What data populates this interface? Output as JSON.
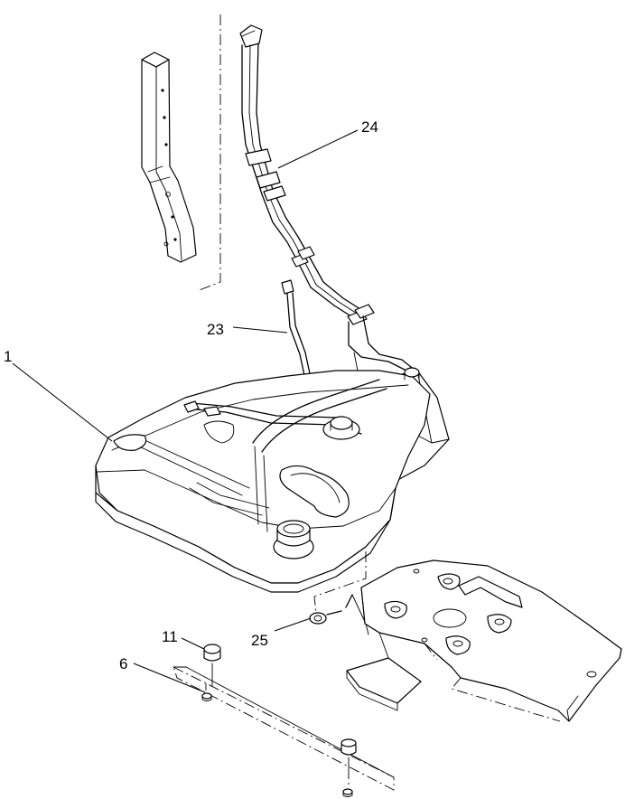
{
  "callouts": {
    "c1": "1",
    "c6": "6",
    "c11": "11",
    "c23": "23",
    "c24": "24",
    "c25": "25"
  }
}
